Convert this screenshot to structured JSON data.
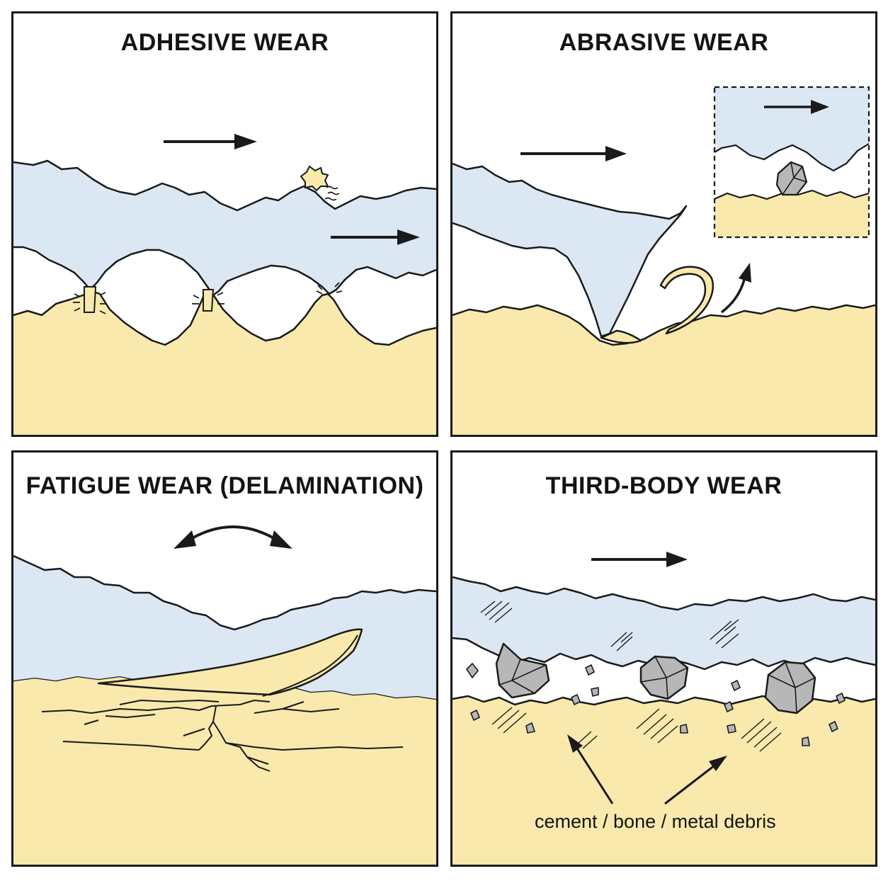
{
  "panels": [
    {
      "title": "ADHESIVE WEAR"
    },
    {
      "title": "ABRASIVE WEAR"
    },
    {
      "title": "FATIGUE WEAR (DELAMINATION)"
    },
    {
      "title": "THIRD-BODY WEAR",
      "label": "cement / bone / metal debris"
    }
  ],
  "colors": {
    "upper_surface": "#dce7f4",
    "lower_surface": "#f9e9ad",
    "debris": "#b7b7b7",
    "outline": "#1a1a1a"
  }
}
